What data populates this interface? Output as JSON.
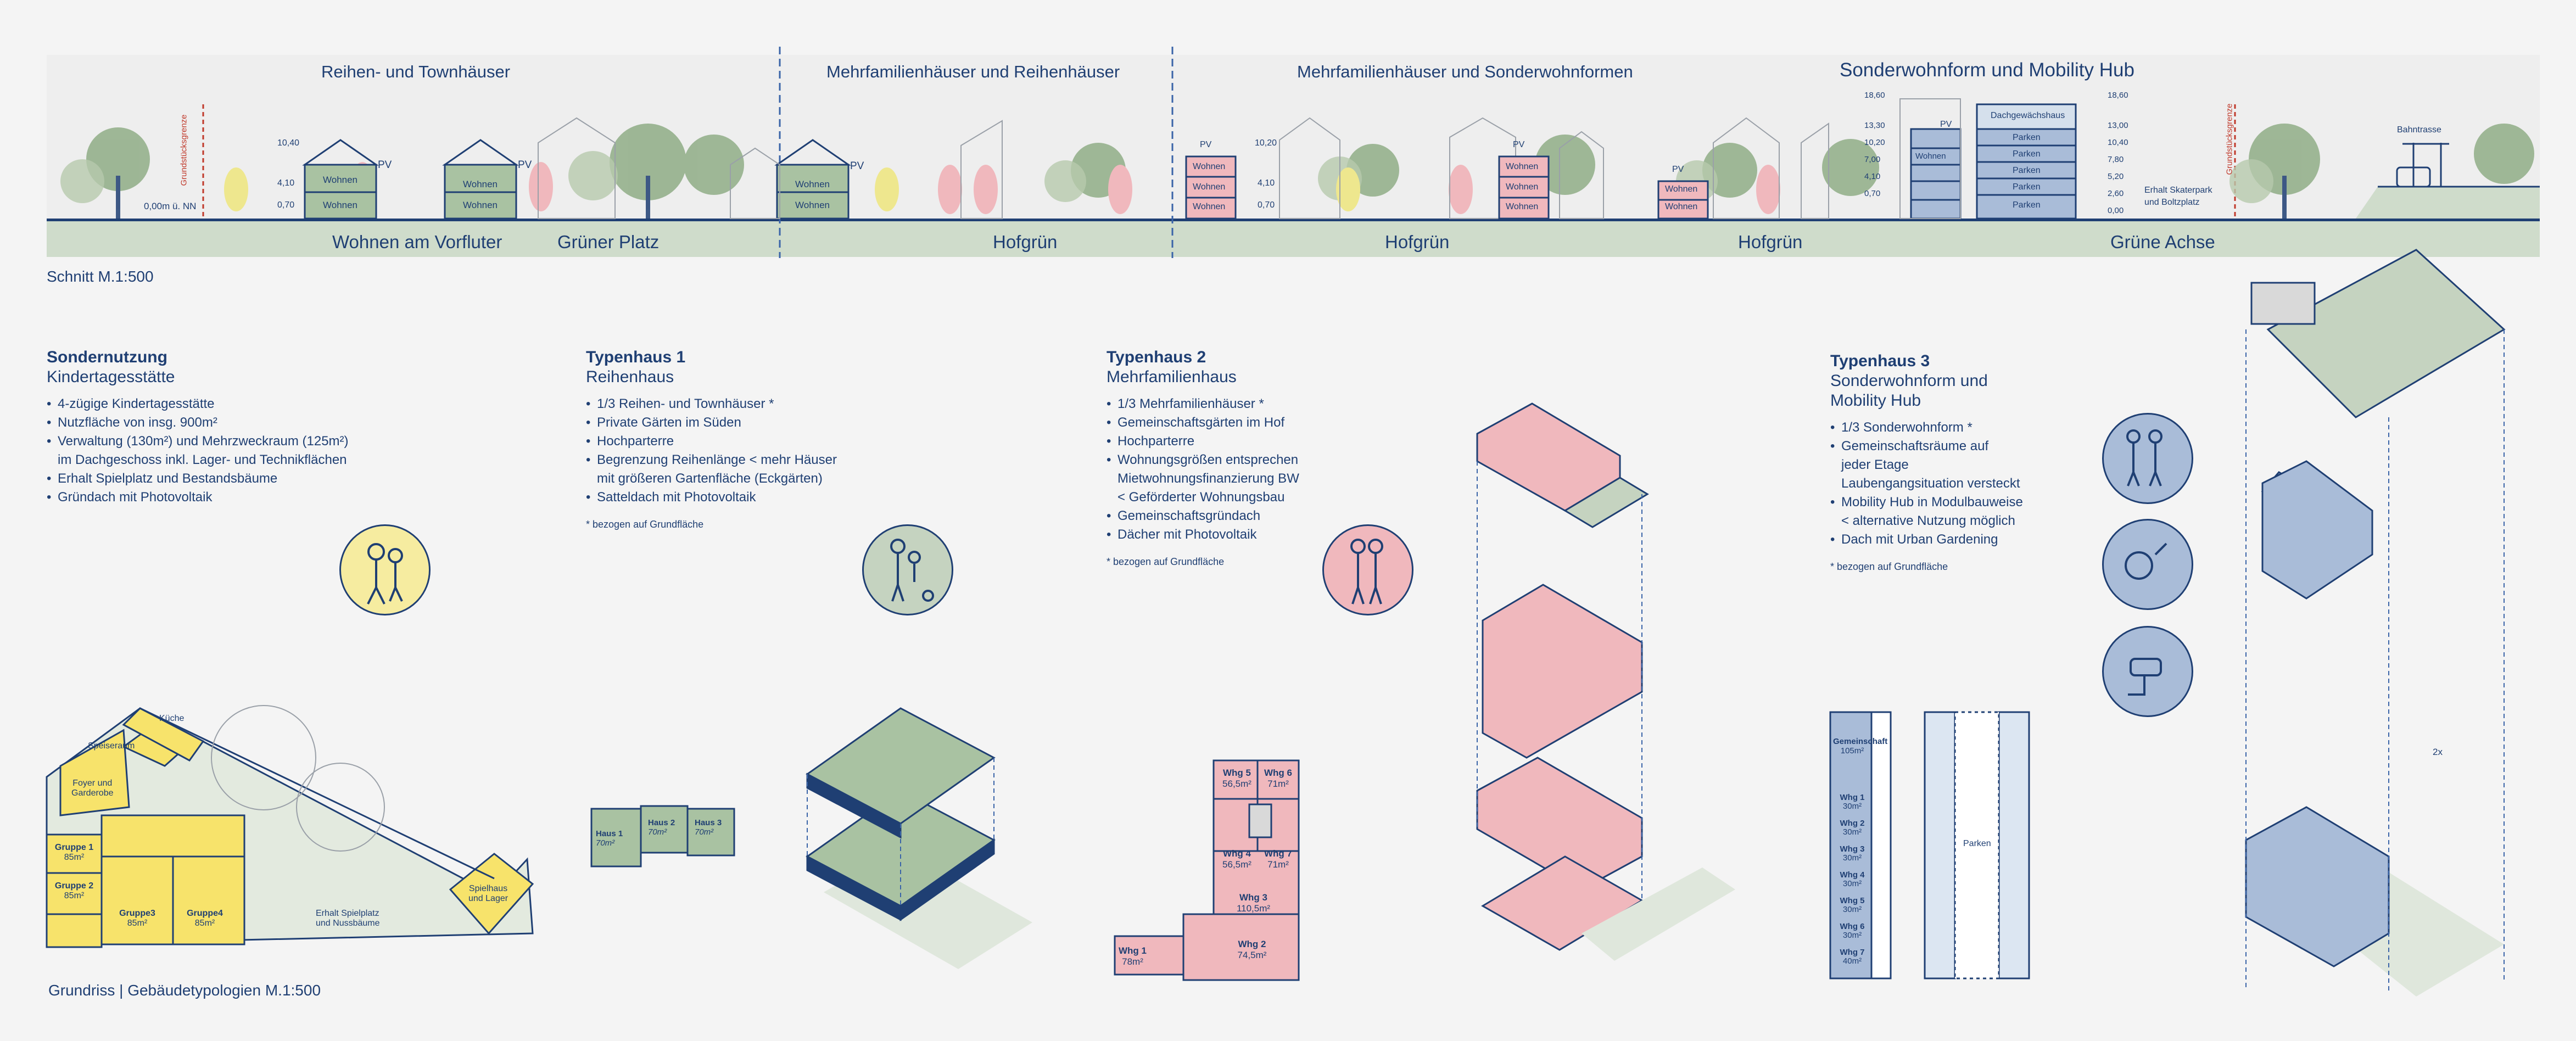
{
  "section": {
    "zones": [
      "Reihen- und Townhäuser",
      "Mehrfamilienhäuser und Reihenhäuser",
      "Mehrfamilienhäuser und Sonderwohnformen",
      "Sonderwohnform und Mobility Hub"
    ],
    "green_labels": [
      "Wohnen am Vorfluter",
      "Grüner Platz",
      "Hofgrün",
      "Hofgrün",
      "Hofgrün",
      "Grüne Achse"
    ],
    "nn_label": "0,00m ü. NN",
    "grundstuecksgrenze": "Grundstücksgrenze",
    "levels_left": [
      "10,40",
      "4,10",
      "0,70"
    ],
    "levels_mid": [
      "10,20",
      "4,10",
      "0,70"
    ],
    "levels_hub_left": [
      "18,60",
      "13,30",
      "10,20",
      "7,00",
      "4,10",
      "0,70"
    ],
    "levels_hub_right": [
      "18,60",
      "13,00",
      "10,40",
      "7,80",
      "5,20",
      "2,60",
      "0,00"
    ],
    "pv": "PV",
    "wohnen": "Wohnen",
    "parken": "Parken",
    "dachgewaechshaus": "Dachgewächshaus",
    "bahntrasse": "Bahntrasse",
    "skater_line1": "Erhalt Skaterpark",
    "skater_line2": "und Boltzplatz",
    "caption": "Schnitt M.1:500"
  },
  "blocks": [
    {
      "title": "Sondernutzung",
      "subtitle": "Kindertagesstätte",
      "items": [
        "4-zügige Kindertagesstätte",
        "Nutzfläche von insg. 900m²",
        "Verwaltung (130m²) und Mehrzweckraum (125m²)\nim Dachgeschoss inkl. Lager- und Technikflächen",
        "Erhalt Spielplatz und Bestandsbäume",
        "Gründach mit Photovoltaik"
      ],
      "note": ""
    },
    {
      "title": "Typenhaus 1",
      "subtitle": "Reihenhaus",
      "items": [
        "1/3 Reihen- und Townhäuser *",
        "Private Gärten im Süden",
        "Hochparterre",
        "Begrenzung Reihenlänge < mehr Häuser\nmit größeren Gartenfläche (Eckgärten)",
        "Satteldach mit Photovoltaik"
      ],
      "note": "* bezogen auf Grundfläche"
    },
    {
      "title": "Typenhaus 2",
      "subtitle": "Mehrfamilienhaus",
      "items": [
        "1/3 Mehrfamilienhäuser *",
        "Gemeinschaftsgärten im Hof",
        "Hochparterre",
        "Wohnungsgrößen entsprechen\nMietwohnungsfinanzierung BW\n< Geförderter Wohnungsbau",
        "Gemeinschaftsgründach",
        "Dächer mit Photovoltaik"
      ],
      "note": "* bezogen auf Grundfläche"
    },
    {
      "title": "Typenhaus 3",
      "subtitle": "Sonderwohnform und\nMobility Hub",
      "items": [
        "1/3 Sonderwohnform *",
        "Gemeinschaftsräume auf\njeder Etage\nLaubengangsituation versteckt",
        "Mobility Hub in Modulbauweise\n< alternative Nutzung möglich",
        "Dach mit Urban Gardening"
      ],
      "note": "* bezogen auf Grundfläche"
    }
  ],
  "kita": {
    "kueche": "Küche",
    "speiseraum": "Speiseraum",
    "foyer": "Foyer und\nGarderobe",
    "gruppe1": "Gruppe 1",
    "gruppe2": "Gruppe 2",
    "gruppe3": "Gruppe3",
    "gruppe4": "Gruppe4",
    "area85": "85m²",
    "spielplatz": "Erhalt Spielplatz\nund Nussbäume",
    "spielhaus": "Spielhaus\nund Lager"
  },
  "haus": {
    "h1": "Haus 1",
    "h2": "Haus 2",
    "h3": "Haus 3",
    "area": "70m²"
  },
  "whg": [
    {
      "name": "Whg 5",
      "area": "56,5m²"
    },
    {
      "name": "Whg 6",
      "area": "71m²"
    },
    {
      "name": "Whg 4",
      "area": "56,5m²"
    },
    {
      "name": "Whg 7",
      "area": "71m²"
    },
    {
      "name": "Whg 3",
      "area": "110,5m²"
    },
    {
      "name": "Whg 1",
      "area": "78m²"
    },
    {
      "name": "Whg 2",
      "area": "74,5m²"
    }
  ],
  "hub_plan": {
    "gemeinschaft": "Gemeinschaft",
    "gem_area": "105m²",
    "units": [
      {
        "name": "Whg 1",
        "area": "30m²"
      },
      {
        "name": "Whg 2",
        "area": "30m²"
      },
      {
        "name": "Whg 3",
        "area": "30m²"
      },
      {
        "name": "Whg 4",
        "area": "30m²"
      },
      {
        "name": "Whg 5",
        "area": "30m²"
      },
      {
        "name": "Whg 6",
        "area": "30m²"
      },
      {
        "name": "Whg 7",
        "area": "40m²"
      }
    ],
    "parken": "Parken"
  },
  "axo_label": "2x",
  "caption2": "Grundriss | Gebäudetypologien M.1:500",
  "colors": {
    "navy": "#1f3f73",
    "green": "#a9c2a2",
    "pink": "#f0b8bd",
    "yellow": "#f7e36b",
    "blue": "#a9bcd8",
    "ground": "#dfe7dc"
  }
}
